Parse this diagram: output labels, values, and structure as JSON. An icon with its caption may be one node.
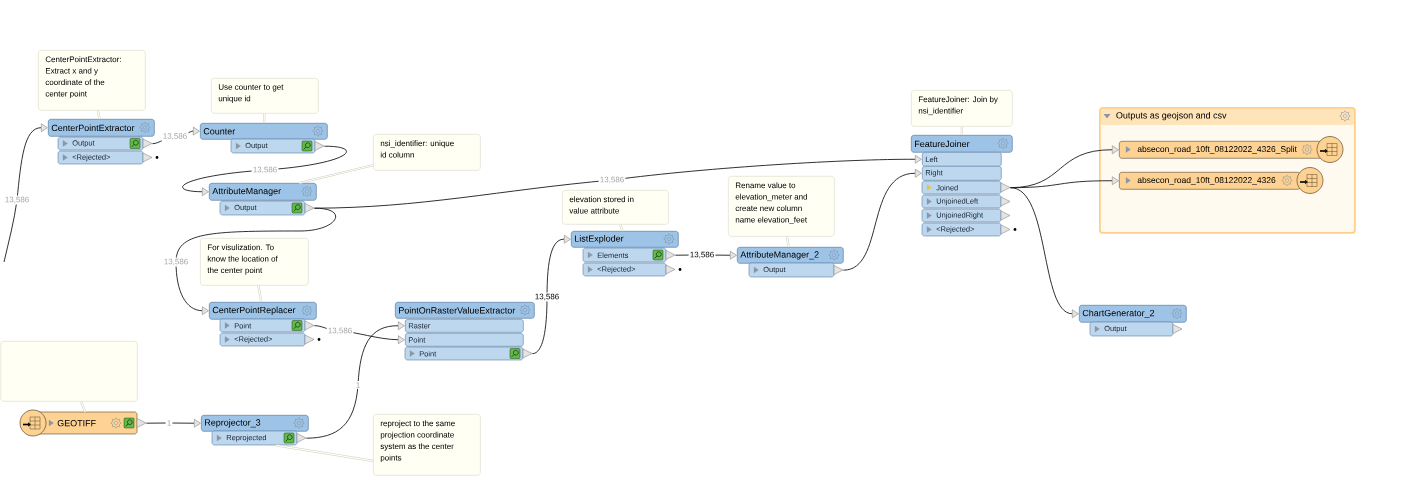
{
  "diagram": {
    "nodes": [
      {
        "text": [
          "CenterPointExtractor: Extract x and y coordinate of the center point"
        ]
      },
      {
        "text": [
          "CenterPointExtractor"
        ]
      },
      {
        "text": [
          "Output"
        ]
      },
      {
        "text": [
          "<Rejected>"
        ]
      },
      {
        "text": [
          "Use counter to get unique id"
        ]
      },
      {
        "text": [
          "Counter"
        ]
      },
      {
        "text": [
          "Output"
        ]
      },
      {
        "text": [
          "nsi_identifier: unique id column"
        ]
      },
      {
        "text": [
          "AttributeManager"
        ]
      },
      {
        "text": [
          "Output"
        ]
      },
      {
        "text": [
          "For visulization. To know the location of the center point"
        ]
      },
      {
        "text": [
          "CenterPointReplacer"
        ]
      },
      {
        "text": [
          "Point"
        ]
      },
      {
        "text": [
          "<Rejected>"
        ]
      },
      {
        "text": [],
        "shape": "box"
      },
      {
        "text": [
          "GEOTIFF"
        ]
      },
      {
        "text": [
          "Reprojector_3"
        ]
      },
      {
        "text": [
          "Reprojected"
        ]
      },
      {
        "text": [
          "reproject to the same projection coordinate system as the center points"
        ]
      },
      {
        "text": [
          "PointOnRasterValueExtractor"
        ]
      },
      {
        "text": [
          "Raster"
        ]
      },
      {
        "text": [
          "Point"
        ]
      },
      {
        "text": [
          "Point"
        ]
      },
      {
        "text": [
          "elevation stored in value attribute"
        ]
      },
      {
        "text": [
          "ListExploder"
        ]
      },
      {
        "text": [
          "Elements"
        ]
      },
      {
        "text": [
          "<Rejected>"
        ]
      },
      {
        "text": [
          "Rename value to elevation_meter and create new column name elevation_feet"
        ]
      },
      {
        "text": [
          "AttributeManager_2"
        ]
      },
      {
        "text": [
          "Output"
        ]
      },
      {
        "text": [
          "FeatureJoiner: Join by nsi_identifier"
        ]
      },
      {
        "text": [
          "FeatureJoiner"
        ]
      },
      {
        "text": [
          "Left"
        ]
      },
      {
        "text": [
          "Right"
        ]
      },
      {
        "text": [
          "Joined"
        ]
      },
      {
        "text": [
          "UnjoinedLeft"
        ]
      },
      {
        "text": [
          "UnjoinedRight"
        ]
      },
      {
        "text": [
          "<Rejected>"
        ]
      },
      {
        "text": [
          "Outputs as geojson and csv"
        ]
      },
      {
        "text": [
          "absecon_road_10ft_08122022_4326_Split"
        ],
        "in": 38
      },
      {
        "text": [
          "absecon_road_10ft_08122022_4326"
        ],
        "in": 38
      },
      {
        "text": [
          "ChartGenerator_2"
        ]
      },
      {
        "text": [
          "Output"
        ]
      }
    ],
    "edges": [
      {
        "from": null,
        "to": 1,
        "arrow": "to",
        "label": "13,586"
      },
      {
        "from": 2,
        "to": 5,
        "arrow": "to",
        "label": "13,586"
      },
      {
        "from": 6,
        "to": 8,
        "arrow": "to",
        "label": "13,586"
      },
      {
        "from": 9,
        "to": 32,
        "arrow": "to",
        "label": "13,586"
      },
      {
        "from": 9,
        "to": 11,
        "arrow": "to",
        "label": "13,586"
      },
      {
        "from": 12,
        "to": 21,
        "arrow": "to",
        "label": "13,586"
      },
      {
        "from": 15,
        "to": 16,
        "arrow": "to",
        "label": "1"
      },
      {
        "from": 17,
        "to": 20,
        "arrow": "to",
        "label": "1"
      },
      {
        "from": 22,
        "to": 24,
        "arrow": "to",
        "label": "13,586"
      },
      {
        "from": 25,
        "to": 28,
        "arrow": "to",
        "label": "13,586"
      },
      {
        "from": 29,
        "to": 33,
        "arrow": "to"
      },
      {
        "from": 34,
        "to": 39,
        "arrow": "to"
      },
      {
        "from": 34,
        "to": 40,
        "arrow": "to"
      },
      {
        "from": 34,
        "to": 41,
        "arrow": "to"
      },
      {
        "from": 0,
        "to": 1,
        "arrow": "none",
        "color": "#cdcdc3"
      },
      {
        "from": 4,
        "to": 5,
        "arrow": "none",
        "color": "#cdcdc3"
      },
      {
        "from": 7,
        "to": 8,
        "arrow": "none",
        "color": "#cdcdc3"
      },
      {
        "from": 10,
        "to": 11,
        "arrow": "none",
        "color": "#cdcdc3"
      },
      {
        "from": 14,
        "to": 15,
        "arrow": "none",
        "color": "#cdcdc3"
      },
      {
        "from": 18,
        "to": 17,
        "arrow": "none",
        "color": "#cdcdc3"
      },
      {
        "from": 23,
        "to": 24,
        "arrow": "none",
        "color": "#cdcdc3"
      },
      {
        "from": 27,
        "to": 28,
        "arrow": "none",
        "color": "#cdcdc3"
      },
      {
        "from": 30,
        "to": 31,
        "arrow": "none",
        "color": "#cdcdc3"
      }
    ]
  }
}
